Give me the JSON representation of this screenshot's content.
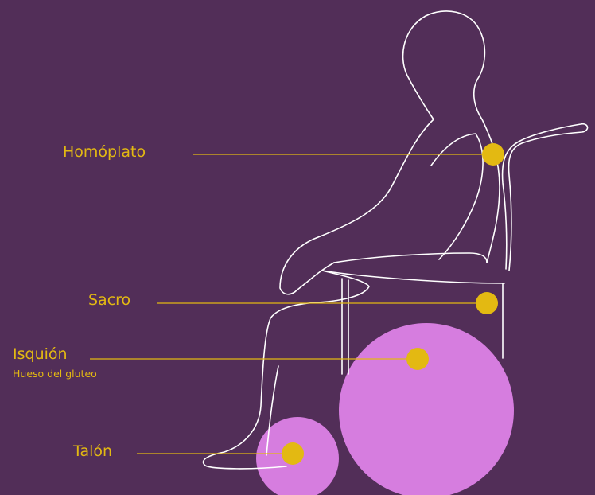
{
  "colors": {
    "background": "#522e58",
    "accent": "#e3b912",
    "wheel": "#d67ddf",
    "outline": "#ffffff"
  },
  "labels": {
    "homoplato": "Homóplato",
    "sacro": "Sacro",
    "isquion": "Isquión",
    "isquion_sub": "Hueso del gluteo",
    "talon": "Talón"
  }
}
